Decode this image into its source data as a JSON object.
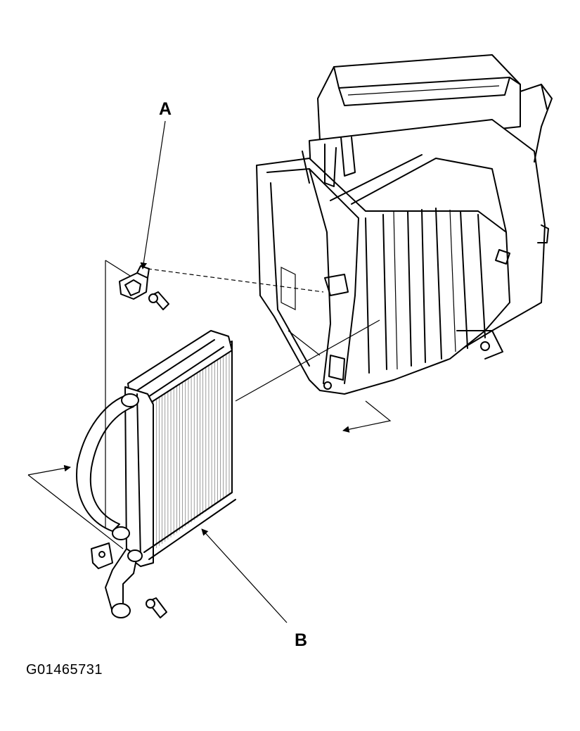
{
  "callouts": {
    "a": "A",
    "b": "B"
  },
  "figure_id": "G01465731",
  "colors": {
    "ink": "#000000",
    "paper": "#ffffff"
  }
}
